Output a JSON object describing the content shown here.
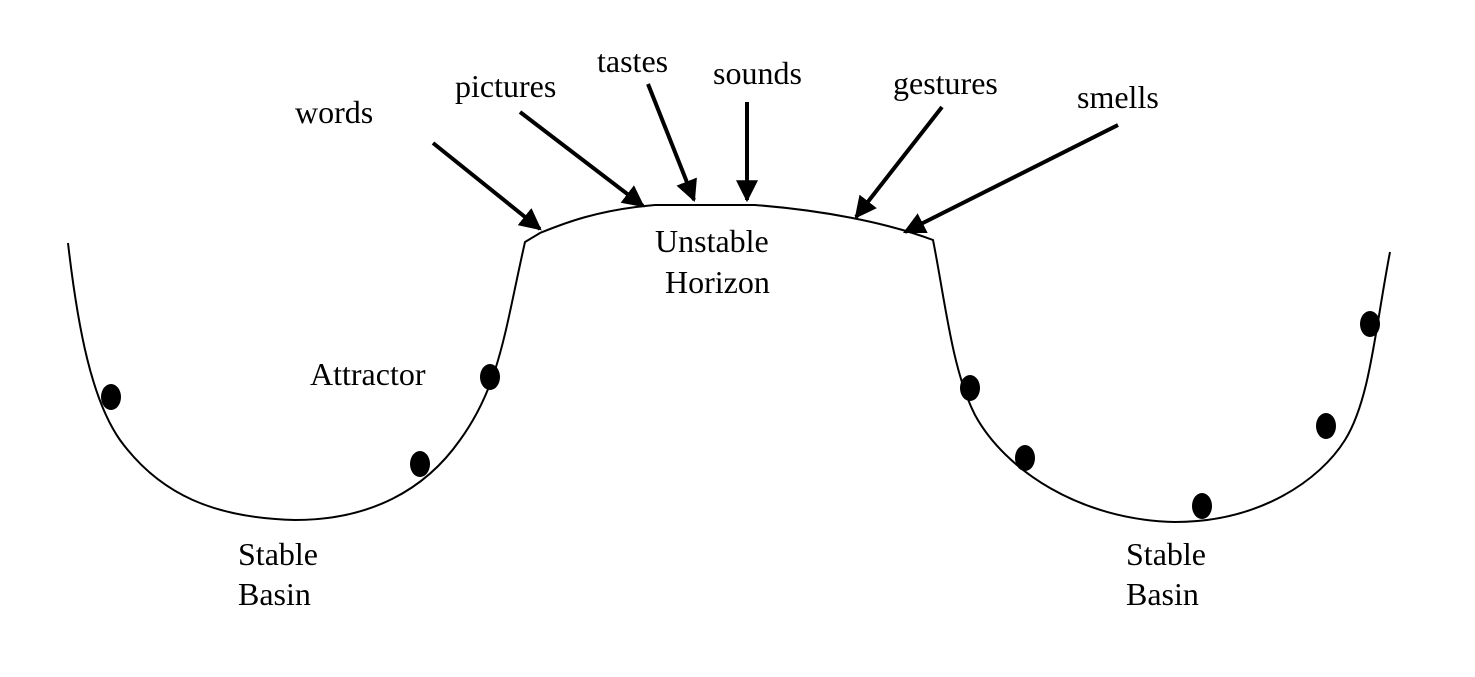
{
  "stimuli": [
    "words",
    "pictures",
    "tastes",
    "sounds",
    "gestures",
    "smells"
  ],
  "horizon": {
    "line1": "Unstable",
    "line2": "Horizon"
  },
  "attractor": "Attractor",
  "basins": {
    "left": {
      "line1": "Stable",
      "line2": "Basin"
    },
    "right": {
      "line1": "Stable",
      "line2": "Basin"
    }
  },
  "colors": {
    "ink": "#000000",
    "background": "#ffffff"
  }
}
